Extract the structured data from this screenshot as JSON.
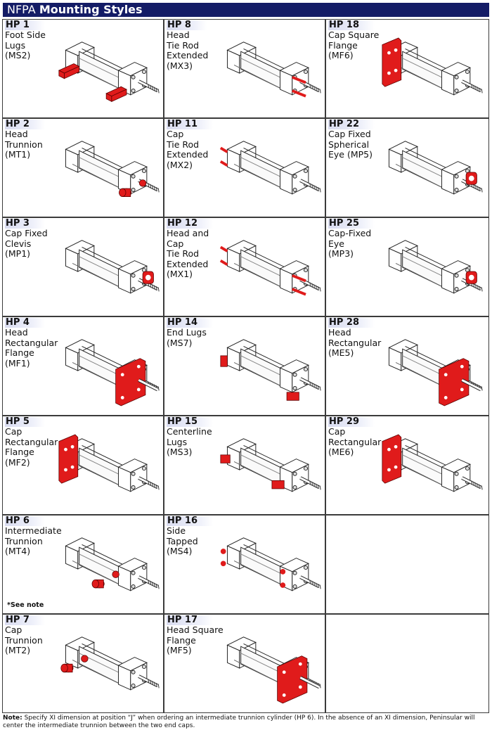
{
  "header": {
    "title_brand": "NFPA",
    "title_rest": "Mounting Styles"
  },
  "cells": [
    {
      "code": "HP 1",
      "desc": "Foot Side\nLugs\n(MS2)",
      "icon": "foot-lugs",
      "note": ""
    },
    {
      "code": "HP 8",
      "desc": "Head\nTie Rod\nExtended\n(MX3)",
      "icon": "head-tierod",
      "note": ""
    },
    {
      "code": "HP 18",
      "desc": "Cap Square\nFlange\n(MF6)",
      "icon": "cap-square-flange",
      "note": ""
    },
    {
      "code": "HP 2",
      "desc": "Head\nTrunnion\n(MT1)",
      "icon": "head-trunnion",
      "note": ""
    },
    {
      "code": "HP 11",
      "desc": "Cap\nTie Rod\nExtended\n(MX2)",
      "icon": "cap-tierod",
      "note": ""
    },
    {
      "code": "HP 22",
      "desc": "Cap Fixed\nSpherical\nEye (MP5)",
      "icon": "spherical-eye",
      "note": ""
    },
    {
      "code": "HP 3",
      "desc": "Cap Fixed\nClevis\n(MP1)",
      "icon": "clevis",
      "note": ""
    },
    {
      "code": "HP 12",
      "desc": "Head and\nCap\nTie Rod\nExtended\n(MX1)",
      "icon": "both-tierod",
      "note": ""
    },
    {
      "code": "HP 25",
      "desc": "Cap-Fixed\nEye\n(MP3)",
      "icon": "cap-eye",
      "note": ""
    },
    {
      "code": "HP 4",
      "desc": "Head\nRectangular\nFlange\n(MF1)",
      "icon": "head-rect-flange",
      "note": ""
    },
    {
      "code": "HP 14",
      "desc": "End Lugs\n(MS7)",
      "icon": "end-lugs",
      "note": ""
    },
    {
      "code": "HP 28",
      "desc": "Head\nRectangular\n(ME5)",
      "icon": "head-rect",
      "note": ""
    },
    {
      "code": "HP 5",
      "desc": "Cap\nRectangular\nFlange\n(MF2)",
      "icon": "cap-rect-flange",
      "note": ""
    },
    {
      "code": "HP 15",
      "desc": "Centerline\nLugs\n(MS3)",
      "icon": "centerline-lugs",
      "note": ""
    },
    {
      "code": "HP 29",
      "desc": "Cap\nRectangular\n(ME6)",
      "icon": "cap-rect",
      "note": ""
    },
    {
      "code": "HP 6",
      "desc": "Intermediate\nTrunnion\n(MT4)",
      "icon": "intermediate-trunnion",
      "note": "*See note"
    },
    {
      "code": "HP 16",
      "desc": "Side\nTapped\n(MS4)",
      "icon": "side-tapped",
      "note": ""
    },
    {
      "code": "HP 7",
      "desc": "Cap\nTrunnion\n(MT2)",
      "icon": "cap-trunnion",
      "note": ""
    },
    {
      "code": "HP 17",
      "desc": "Head Square\nFlange\n(MF5)",
      "icon": "head-square-flange",
      "note": ""
    }
  ],
  "footer_note": {
    "label": "Note:",
    "text": " Specify XI dimension at position “J” when ordering an intermediate trunnion cylinder (HP 6). In the absence of an XI dimension, Peninsular will center the intermediate trunnion between the two end caps."
  },
  "colors": {
    "header_bg": "#141c66",
    "mount_red": "#e01b1b",
    "cell_border": "#3b3b3b"
  }
}
